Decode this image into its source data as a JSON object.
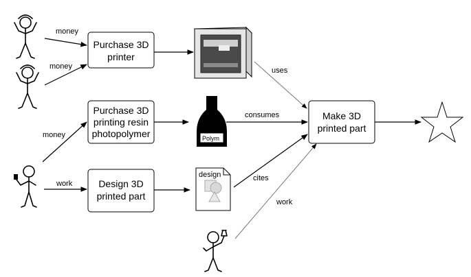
{
  "nodes": {
    "purchase_printer": [
      "Purchase 3D",
      "printer"
    ],
    "purchase_resin": [
      "Purchase 3D",
      "printing resin",
      "photopolymer"
    ],
    "design_part": [
      "Design 3D",
      "printed part"
    ],
    "make_part": [
      "Make 3D",
      "printed part"
    ]
  },
  "bottle_label": "Polym",
  "document_label": "design",
  "edges": {
    "money1": "money",
    "money2": "money",
    "money3": "money",
    "work1": "work",
    "uses": "uses",
    "consumes": "consumes",
    "cites": "cites",
    "work2": "work"
  },
  "icons": {
    "actor_top": "stick-figure-shrugging-icon",
    "actor_middle": "stick-figure-shrugging-icon",
    "actor_left": "stick-figure-with-tool-icon",
    "actor_bottom": "stick-figure-with-flask-icon",
    "printer": "3d-printer-icon",
    "resin": "resin-bottle-icon",
    "design": "design-document-icon",
    "result": "star-icon"
  }
}
